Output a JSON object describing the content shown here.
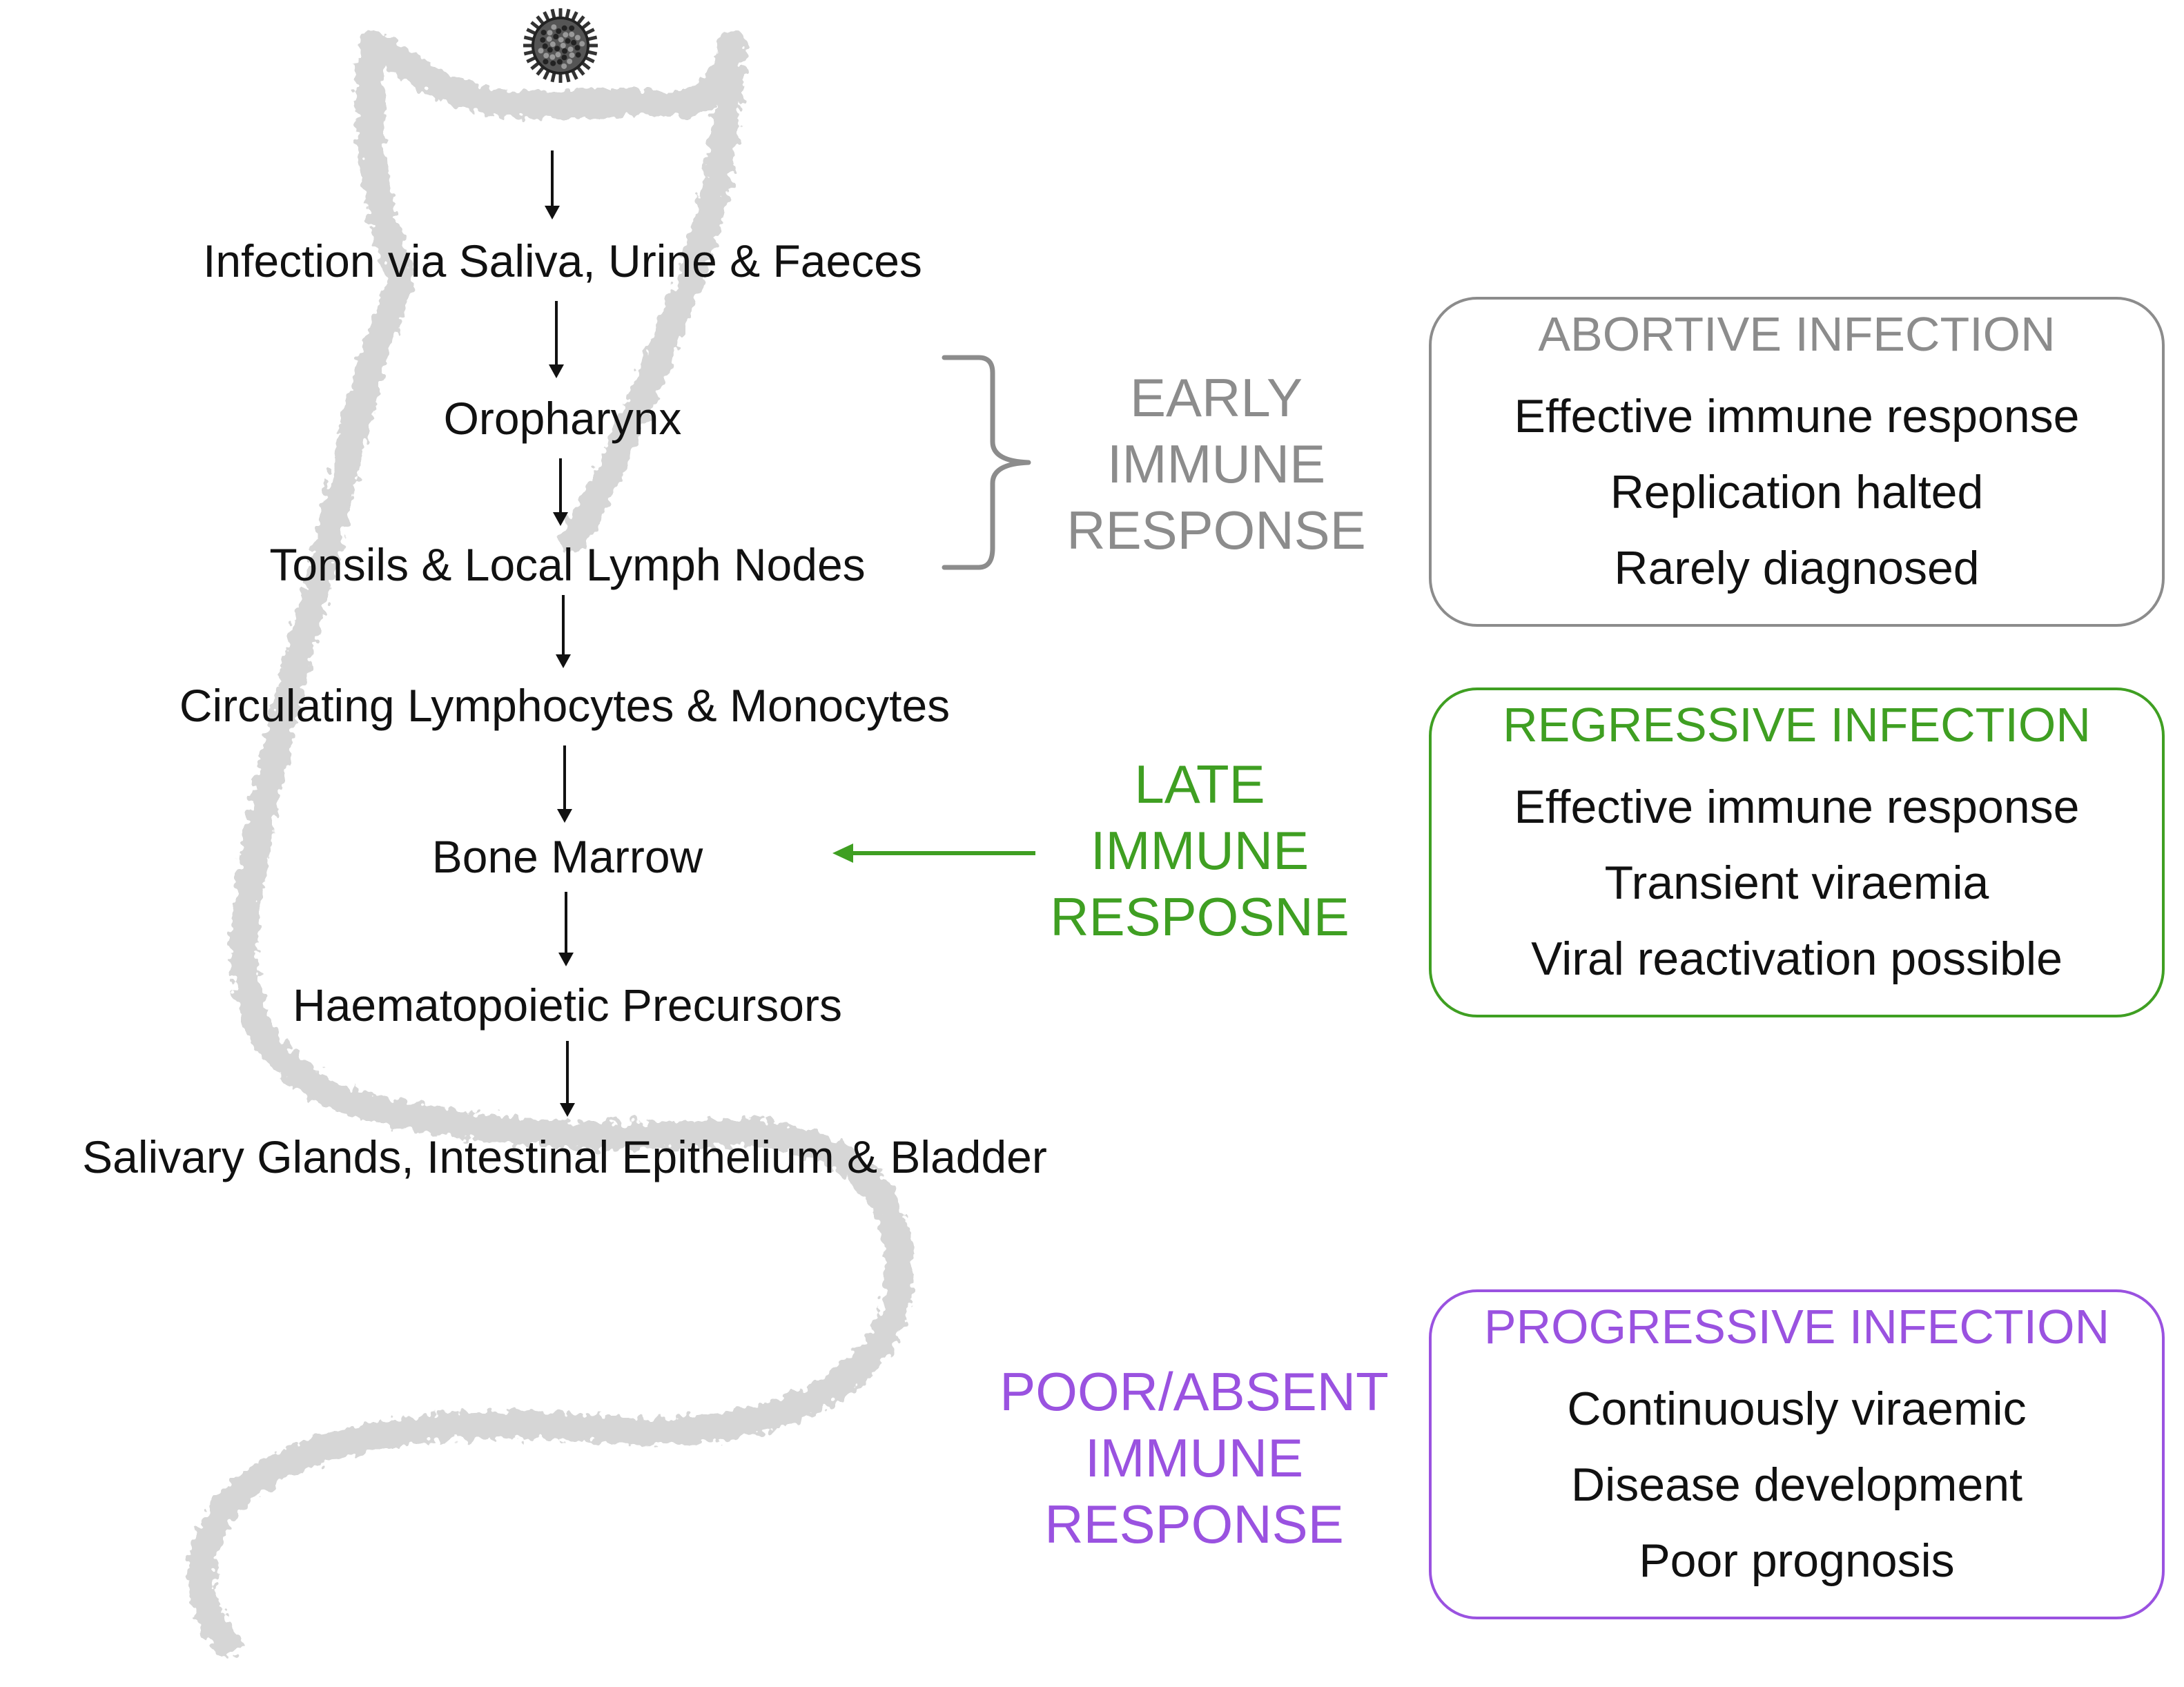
{
  "colors": {
    "gray": "#8c8c8c",
    "green": "#3f9f22",
    "purple": "#9a52e0",
    "cat": "#d6d6d6",
    "text": "#111111"
  },
  "steps": [
    "Infection via Saliva, Urine & Faeces",
    "Oropharynx",
    "Tonsils & Local Lymph Nodes",
    "Circulating Lymphocytes & Monocytes",
    "Bone Marrow",
    "Haematopoietic Precursors",
    "Salivary Glands, Intestinal Epithelium & Bladder"
  ],
  "responses": {
    "early": [
      "EARLY",
      "IMMUNE",
      "RESPONSE"
    ],
    "late": [
      "LATE",
      "IMMUNE",
      "RESPOSNE"
    ],
    "poor": [
      "POOR/ABSENT",
      "IMMUNE",
      "RESPONSE"
    ]
  },
  "outcomes": [
    {
      "title": "ABORTIVE INFECTION",
      "color": "gray",
      "lines": [
        "Effective immune response",
        "Replication halted",
        "Rarely diagnosed"
      ]
    },
    {
      "title": "REGRESSIVE INFECTION",
      "color": "green",
      "lines": [
        "Effective immune response",
        "Transient viraemia",
        "Viral reactivation possible"
      ]
    },
    {
      "title": "PROGRESSIVE INFECTION",
      "color": "purple",
      "lines": [
        "Continuously viraemic",
        "Disease development",
        "Poor prognosis"
      ]
    }
  ],
  "icons": {
    "virus": "virus-icon"
  }
}
